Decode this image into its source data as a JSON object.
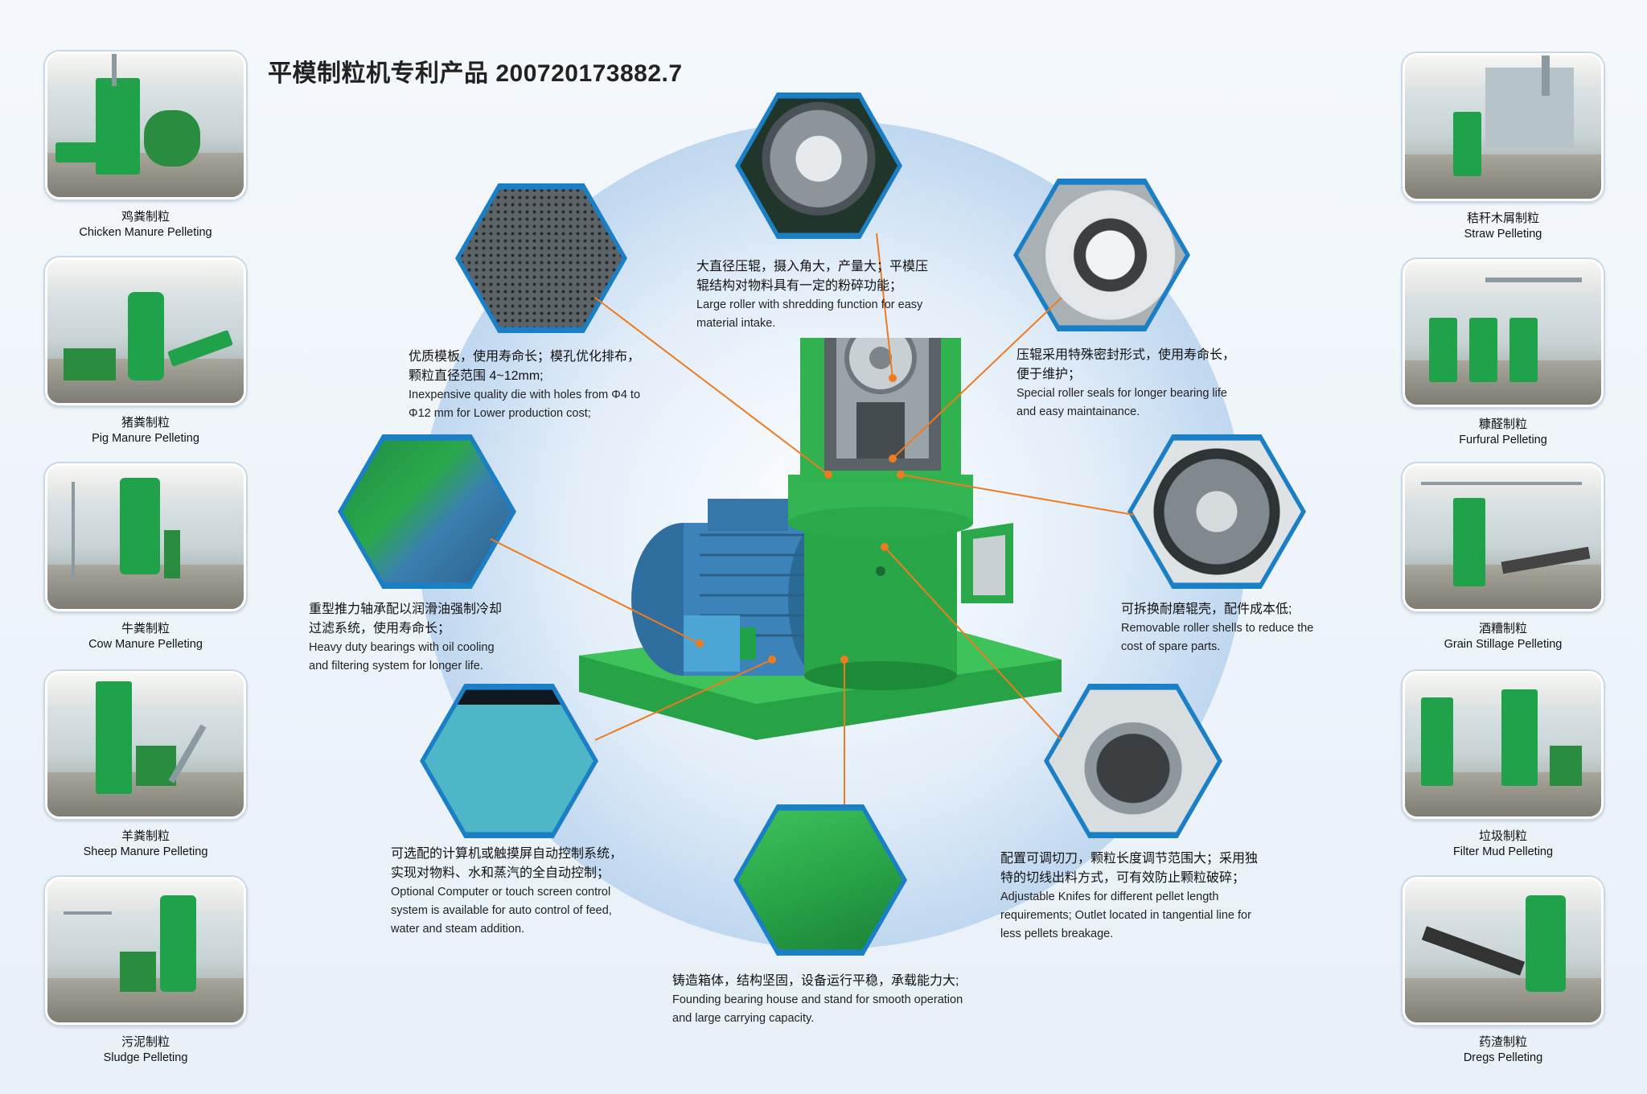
{
  "title": "平模制粒机专利产品 200720173882.7",
  "left_apps": [
    {
      "zh": "鸡粪制粒",
      "en": "Chicken Manure Pelleting"
    },
    {
      "zh": "猪粪制粒",
      "en": "Pig Manure Pelleting"
    },
    {
      "zh": "牛粪制粒",
      "en": "Cow Manure  Pelleting"
    },
    {
      "zh": "羊粪制粒",
      "en": "Sheep Manure Pelleting"
    },
    {
      "zh": "污泥制粒",
      "en": "Sludge Pelleting"
    }
  ],
  "right_apps": [
    {
      "zh": "秸秆木屑制粒",
      "en": "Straw Pelleting"
    },
    {
      "zh": "糠醛制粒",
      "en": "Furfural Pelleting"
    },
    {
      "zh": "酒糟制粒",
      "en": "Grain Stillage Pelleting"
    },
    {
      "zh": "垃圾制粒",
      "en": "Filter Mud Pelleting"
    },
    {
      "zh": "药渣制粒",
      "en": "Dregs  Pelleting"
    }
  ],
  "callouts": {
    "roller": {
      "zh": [
        "大直径压辊，摄入角大，产量大；平模压",
        "辊结构对物料具有一定的粉碎功能；"
      ],
      "en": [
        "Large roller with shredding function for easy",
        "material intake."
      ]
    },
    "die": {
      "zh": [
        "优质模板，使用寿命长；模孔优化排布，",
        "颗粒直径范围 4~12mm;"
      ],
      "en": [
        "Inexpensive quality die with holes from Φ4 to",
        "Φ12 mm for Lower production cost;"
      ]
    },
    "seal": {
      "zh": [
        "压辊采用特殊密封形式，使用寿命长，",
        "便于维护；"
      ],
      "en": [
        "Special roller seals for longer bearing life",
        "and easy maintainance."
      ]
    },
    "bearing": {
      "zh": [
        "重型推力轴承配以润滑油强制冷却",
        "过滤系统，使用寿命长；"
      ],
      "en": [
        "Heavy duty bearings with oil cooling",
        "and filtering system for longer life."
      ]
    },
    "shell": {
      "zh": [
        "可拆换耐磨辊壳，配件成本低;"
      ],
      "en": [
        "Removable roller shells to reduce the",
        "cost of spare parts."
      ]
    },
    "control": {
      "zh": [
        "可选配的计算机或触摸屏自动控制系统，",
        "实现对物料、水和蒸汽的全自动控制；"
      ],
      "en": [
        "Optional Computer or touch screen control",
        "system is available for auto control of feed,",
        "water and steam addition."
      ]
    },
    "knife": {
      "zh": [
        "配置可调切刀，颗粒长度调节范围大；采用独",
        "特的切线出料方式，可有效防止颗粒破碎；"
      ],
      "en": [
        "Adjustable Knifes for different pellet length",
        "requirements; Outlet located in tangential line for",
        "less pellets breakage."
      ]
    },
    "housing": {
      "zh": [
        "铸造箱体，结构坚固，设备运行平稳，承载能力大;"
      ],
      "en": [
        "Founding bearing house and stand for smooth operation",
        "and large carrying capacity."
      ]
    }
  },
  "colors": {
    "machine_green": "#2db34a",
    "callout_line": "#f07b1e",
    "hex_border": "#1b7fc6",
    "motor_blue": "#3b83b8"
  }
}
